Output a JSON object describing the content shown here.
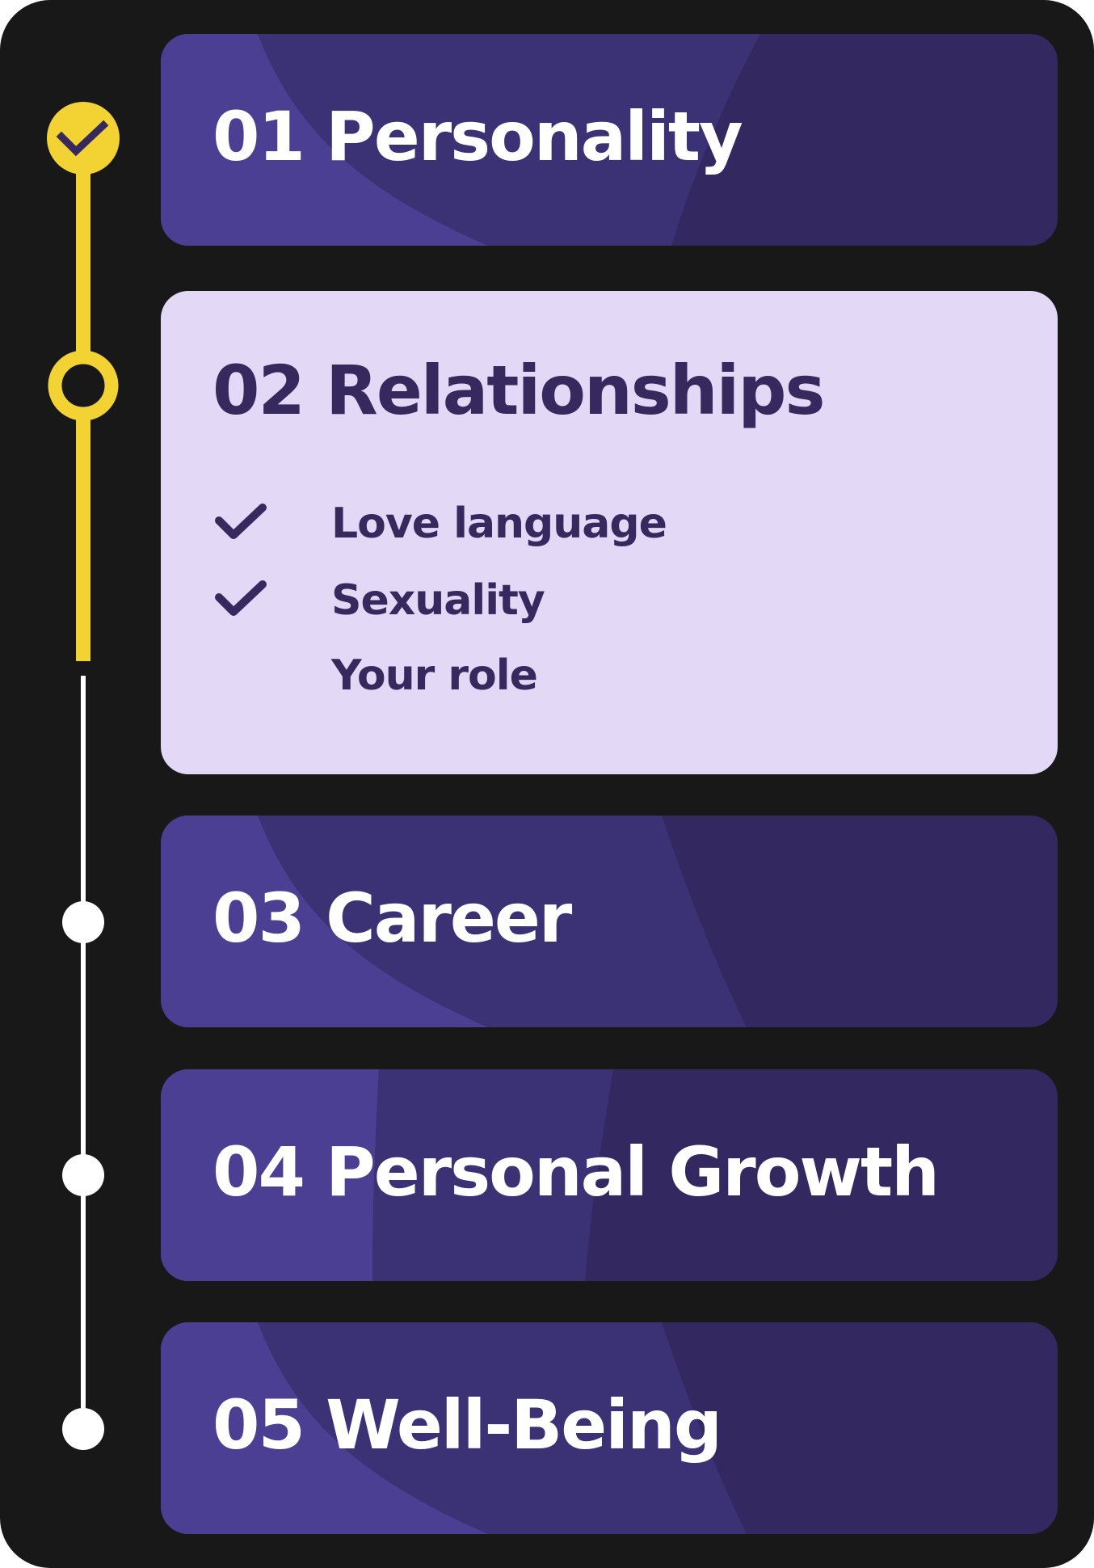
{
  "steps": [
    {
      "number": "01",
      "title": "Personality",
      "status": "completed",
      "check_icon": "check-icon"
    },
    {
      "number": "02",
      "title": "Relationships",
      "status": "current",
      "subitems": [
        {
          "label": "Love language",
          "done": true
        },
        {
          "label": "Sexuality",
          "done": true
        },
        {
          "label": "Your role",
          "done": false
        }
      ]
    },
    {
      "number": "03",
      "title": "Career",
      "status": "upcoming"
    },
    {
      "number": "04",
      "title": "Personal Growth",
      "status": "upcoming"
    },
    {
      "number": "05",
      "title": "Well-Being",
      "status": "upcoming"
    }
  ],
  "colors": {
    "panel_background": "#181818",
    "card_dark": "#33285f",
    "card_light": "#e3d8f5",
    "accent_yellow": "#f3d233",
    "text_dark": "#35295e",
    "text_light": "#ffffff"
  }
}
